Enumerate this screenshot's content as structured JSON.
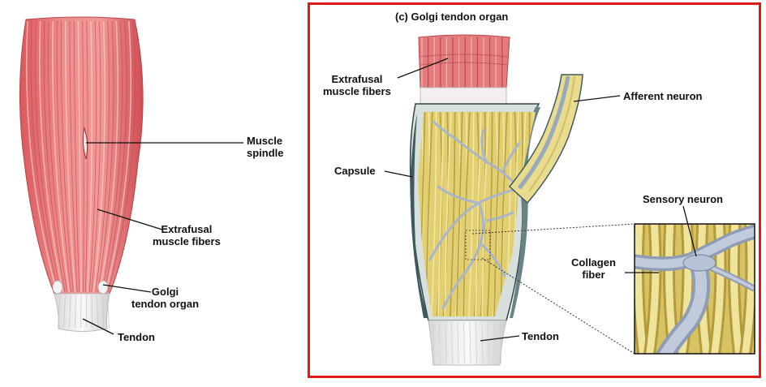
{
  "left_panel": {
    "labels": {
      "muscle_spindle": [
        "Muscle",
        "spindle"
      ],
      "extrafusal": [
        "Extrafusal",
        "muscle fibers"
      ],
      "golgi": [
        "Golgi",
        "tendon organ"
      ],
      "tendon": "Tendon"
    }
  },
  "right_panel": {
    "title": "(c)  Golgi tendon organ",
    "labels": {
      "extrafusal": [
        "Extrafusal",
        "muscle fibers"
      ],
      "afferent": "Afferent neuron",
      "capsule": "Capsule",
      "sensory": "Sensory neuron",
      "collagen": [
        "Collagen",
        "fiber"
      ],
      "tendon": "Tendon"
    },
    "frame_color": "#e01919"
  },
  "colors": {
    "muscle": "#e5777a",
    "muscle_dark": "#c9484f",
    "muscle_light": "#f6b5b4",
    "tendon": "#eeeeee",
    "collagen": "#e8d77e",
    "collagen_dark": "#b89e3a",
    "nerve": "#b9c4d6",
    "capsule": "#3f5a5e"
  }
}
